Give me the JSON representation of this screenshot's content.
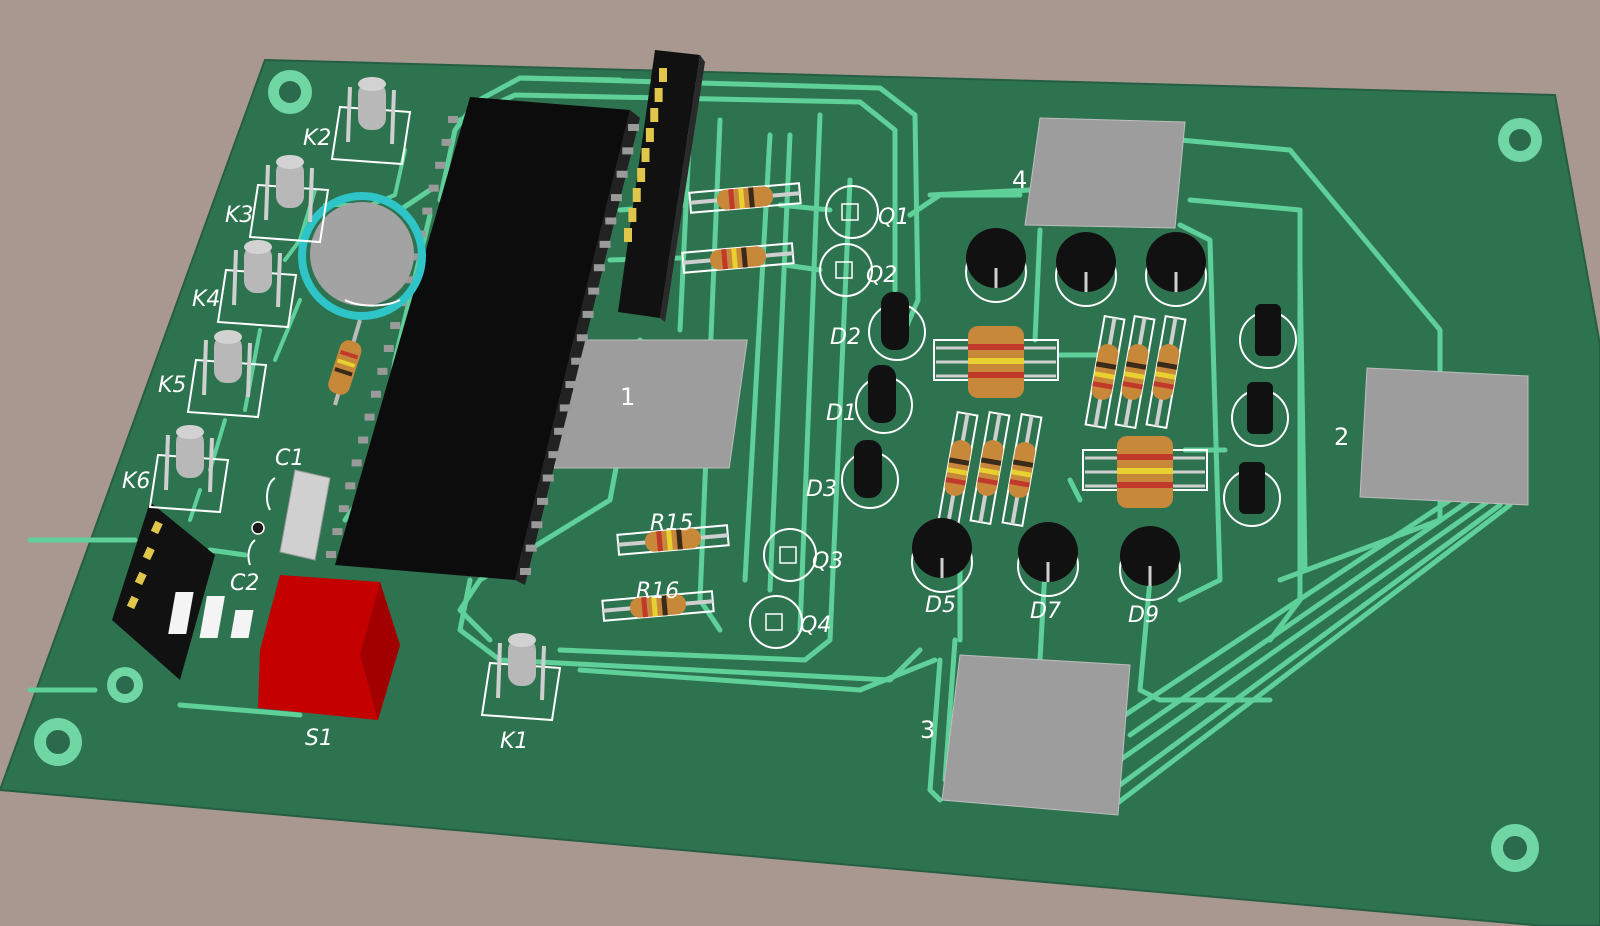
{
  "board": {
    "colors": {
      "background": "#a89890",
      "board": "#2e7350",
      "trace": "#5fd09a",
      "silkscreen": "#ffffff",
      "ic_body": "#0c0c0c",
      "pad": "#9d9d9d",
      "switch": "#c40000",
      "button_cap": "#b8b8b8",
      "highlight_ring": "#2ec4c8"
    }
  },
  "labels": {
    "K1": "K1",
    "K2": "K2",
    "K3": "K3",
    "K4": "K4",
    "K5": "K5",
    "K6": "K6",
    "C1": "C1",
    "C2": "C2",
    "S1": "S1",
    "Q1": "Q1",
    "Q2": "Q2",
    "Q3": "Q3",
    "Q4": "Q4",
    "D1": "D1",
    "D2": "D2",
    "D3": "D3",
    "D5": "D5",
    "D7": "D7",
    "D9": "D9",
    "R15": "R15",
    "R16": "R16",
    "pad1": "1",
    "pad2": "2",
    "pad3": "3",
    "pad4": "4"
  }
}
